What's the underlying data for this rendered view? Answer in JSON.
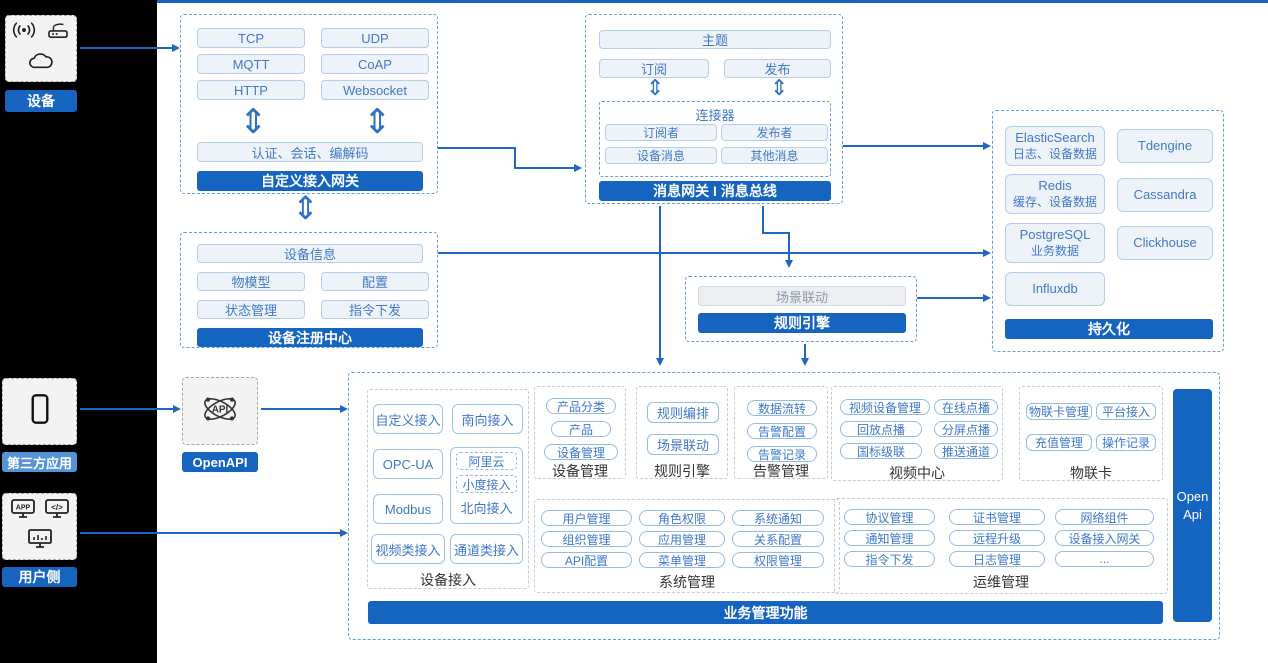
{
  "icons": {
    "double_arrow": "⇕",
    "api_text": "API",
    "app_text": "APP",
    "code_text": "</>"
  },
  "left_rail": {
    "device_label": "设备",
    "third_party_label": "第三方应用",
    "user_side_label": "用户侧"
  },
  "gateway": {
    "protocols": [
      "TCP",
      "UDP",
      "MQTT",
      "CoAP",
      "HTTP",
      "Websocket"
    ],
    "auth_pill": "认证、会话、编解码",
    "bar": "自定义接入网关"
  },
  "registry": {
    "device_info": "设备信息",
    "pills": [
      "物模型",
      "配置",
      "状态管理",
      "指令下发"
    ],
    "bar": "设备注册中心"
  },
  "message_bus": {
    "topic": "主题",
    "subscribe": "订阅",
    "publish": "发布",
    "connector_title": "连接器",
    "connector_pills": [
      "订阅者",
      "发布者",
      "设备消息",
      "其他消息"
    ],
    "bar": "消息网关 I 消息总线"
  },
  "persistence": {
    "cells": [
      {
        "name": "ElasticSearch",
        "desc": "日志、设备数据"
      },
      {
        "name": "Tdengine",
        "desc": ""
      },
      {
        "name": "Redis",
        "desc": "缓存、设备数据"
      },
      {
        "name": "Cassandra",
        "desc": ""
      },
      {
        "name": "PostgreSQL",
        "desc": "业务数据"
      },
      {
        "name": "Clickhouse",
        "desc": ""
      },
      {
        "name": "Influxdb",
        "desc": ""
      }
    ],
    "bar": "持久化"
  },
  "rule_engine_box": {
    "pill": "场景联动",
    "bar": "规则引擎"
  },
  "openapi_label": "OpenAPI",
  "business": {
    "device_access": {
      "title": "设备接入",
      "pills": [
        "自定义接入",
        "南向接入",
        "OPC-UA",
        "Modbus",
        "视频类接入",
        "通道类接入"
      ],
      "north_inner": [
        "阿里云",
        "小度接入"
      ],
      "north_label": "北向接入"
    },
    "device_mgmt": {
      "title": "设备管理",
      "pills": [
        "产品分类",
        "产品",
        "设备管理"
      ]
    },
    "rule_engine": {
      "title": "规则引擎",
      "pills": [
        "规则编排",
        "场景联动"
      ]
    },
    "alarm_mgmt": {
      "title": "告警管理",
      "pills": [
        "数据流转",
        "告警配置",
        "告警记录"
      ]
    },
    "video_center": {
      "title": "视频中心",
      "pills": [
        "视频设备管理",
        "在线点播",
        "回放点播",
        "分屏点播",
        "国标级联",
        "推送通道"
      ]
    },
    "iot_card": {
      "title": "物联卡",
      "pills": [
        "物联卡管理",
        "平台接入",
        "充值管理",
        "操作记录"
      ]
    },
    "system_mgmt": {
      "title": "系统管理",
      "pills": [
        "用户管理",
        "角色权限",
        "系统通知",
        "组织管理",
        "应用管理",
        "关系配置",
        "API配置",
        "菜单管理",
        "权限管理"
      ]
    },
    "ops_mgmt": {
      "title": "运维管理",
      "pills": [
        "协议管理",
        "证书管理",
        "网络组件",
        "通知管理",
        "远程升级",
        "设备接入网关",
        "指令下发",
        "日志管理",
        "..."
      ]
    },
    "bottom_bar": "业务管理功能",
    "open_api": "Open Api"
  }
}
